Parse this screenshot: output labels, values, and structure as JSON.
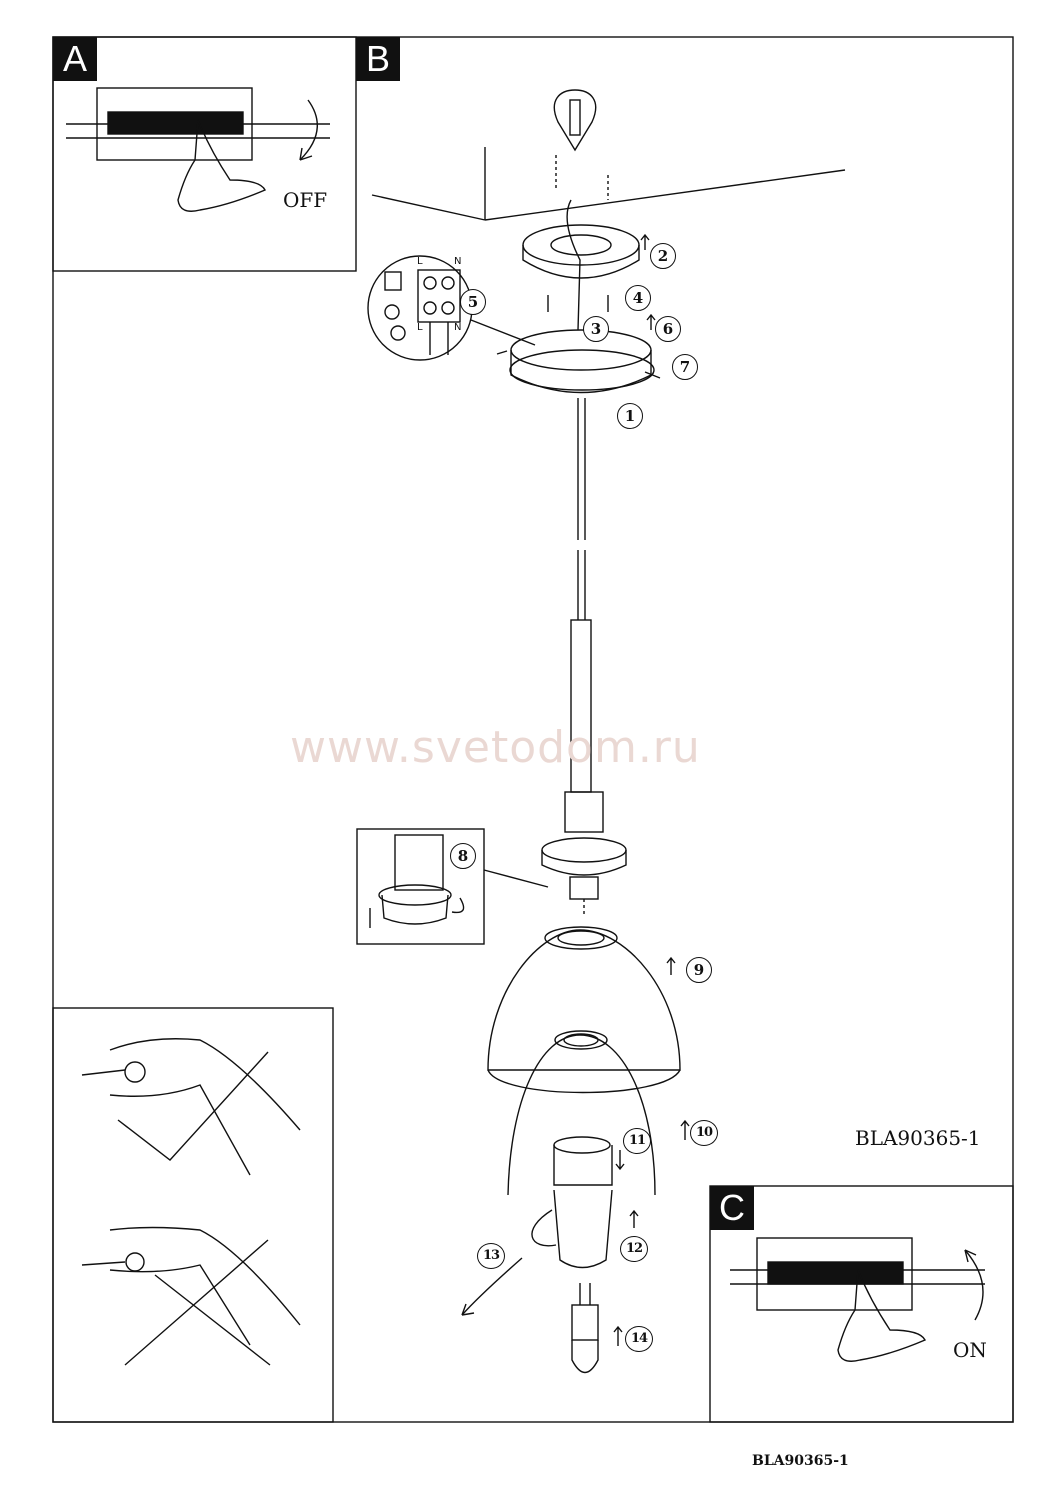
{
  "panels": {
    "a": {
      "letter": "A",
      "switch_label": "OFF"
    },
    "b": {
      "letter": "B"
    },
    "c": {
      "letter": "C",
      "switch_label": "ON"
    }
  },
  "watermark": "www.svetodom.ru",
  "model_code": "BLA90365-1",
  "footer_code": "BLA90365-1",
  "terminal_labels": {
    "live": "L",
    "neutral": "N"
  },
  "steps": [
    "1",
    "2",
    "3",
    "4",
    "5",
    "6",
    "7",
    "8",
    "9",
    "10",
    "11",
    "12",
    "13",
    "14"
  ],
  "icons": [
    "ceiling-plate-icon",
    "wall-plug-anchor-icon",
    "screw-icon",
    "terminal-block-icon",
    "earth-symbol-icon",
    "lamp-socket-icon",
    "glass-shade-icon",
    "bulb-icon",
    "circuit-breaker-icon",
    "hand-icon",
    "glove-icon",
    "cross-mark-icon"
  ]
}
